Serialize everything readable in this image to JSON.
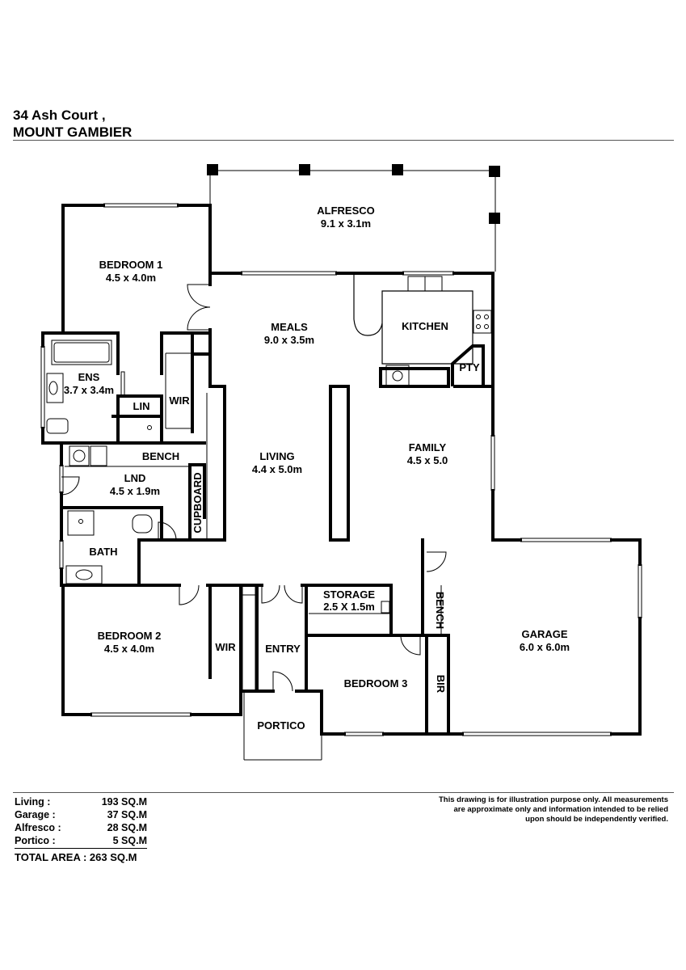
{
  "header": {
    "line1": "34 Ash Court ,",
    "line2": "MOUNT GAMBIER"
  },
  "rooms": {
    "alfresco": {
      "name": "ALFRESCO",
      "dim": "9.1 x 3.1m"
    },
    "bedroom1": {
      "name": "BEDROOM 1",
      "dim": "4.5 x 4.0m"
    },
    "meals": {
      "name": "MEALS",
      "dim": "9.0 x 3.5m"
    },
    "kitchen": {
      "name": "KITCHEN"
    },
    "pty": {
      "name": "PTY"
    },
    "ens": {
      "name": "ENS",
      "dim": "3.7 x 3.4m"
    },
    "lin": {
      "name": "LIN"
    },
    "wir1": {
      "name": "WIR"
    },
    "bench_lnd": {
      "name": "BENCH"
    },
    "lnd": {
      "name": "LND",
      "dim": "4.5 x 1.9m"
    },
    "cupboard": {
      "name": "CUPBOARD"
    },
    "living": {
      "name": "LIVING",
      "dim": "4.4 x 5.0m"
    },
    "family": {
      "name": "FAMILY",
      "dim": "4.5 x 5.0"
    },
    "bath": {
      "name": "BATH"
    },
    "storage": {
      "name": "STORAGE",
      "dim": "2.5 X 1.5m"
    },
    "bench_garage": {
      "name": "BENCH"
    },
    "garage": {
      "name": "GARAGE",
      "dim": "6.0 x 6.0m"
    },
    "bedroom2": {
      "name": "BEDROOM 2",
      "dim": "4.5 x 4.0m"
    },
    "wir2": {
      "name": "WIR"
    },
    "entry": {
      "name": "ENTRY"
    },
    "bedroom3": {
      "name": "BEDROOM 3"
    },
    "bir": {
      "name": "BIR"
    },
    "portico": {
      "name": "PORTICO"
    }
  },
  "areas": [
    {
      "label": "Living :",
      "value": "193 SQ.M"
    },
    {
      "label": "Garage :",
      "value": "37 SQ.M"
    },
    {
      "label": "Alfresco :",
      "value": "28 SQ.M"
    },
    {
      "label": "Portico :",
      "value": "5 SQ.M"
    }
  ],
  "total_area": "TOTAL AREA : 263 SQ.M",
  "disclaimer": [
    "This drawing is for illustration purpose only. All measurements",
    "are approximate only and information intended to be relied",
    "upon should be independently verified."
  ]
}
